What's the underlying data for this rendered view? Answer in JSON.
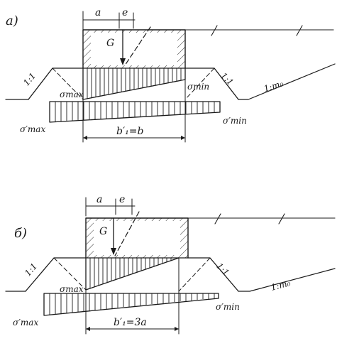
{
  "diagram": {
    "panel_a": {
      "label": "а)",
      "dim_a": "a",
      "dim_e": "e",
      "load": "G",
      "slope_left": "1:1",
      "slope_right": "1:1",
      "slope_far": "1:m₀",
      "sigma_max": "σmax",
      "sigma_min": "σmin",
      "sigma_max_prime": "σ′max",
      "sigma_min_prime": "σ′min",
      "width": "b′₁=b"
    },
    "panel_b": {
      "label": "б)",
      "dim_a": "a",
      "dim_e": "e",
      "load": "G",
      "slope_left": "1:1",
      "slope_right": "1:1",
      "slope_far": "1:m₀",
      "sigma_max": "σmax",
      "sigma_max_prime": "σ′max",
      "sigma_min_prime": "σ′min",
      "width": "b′₁=3a"
    }
  }
}
